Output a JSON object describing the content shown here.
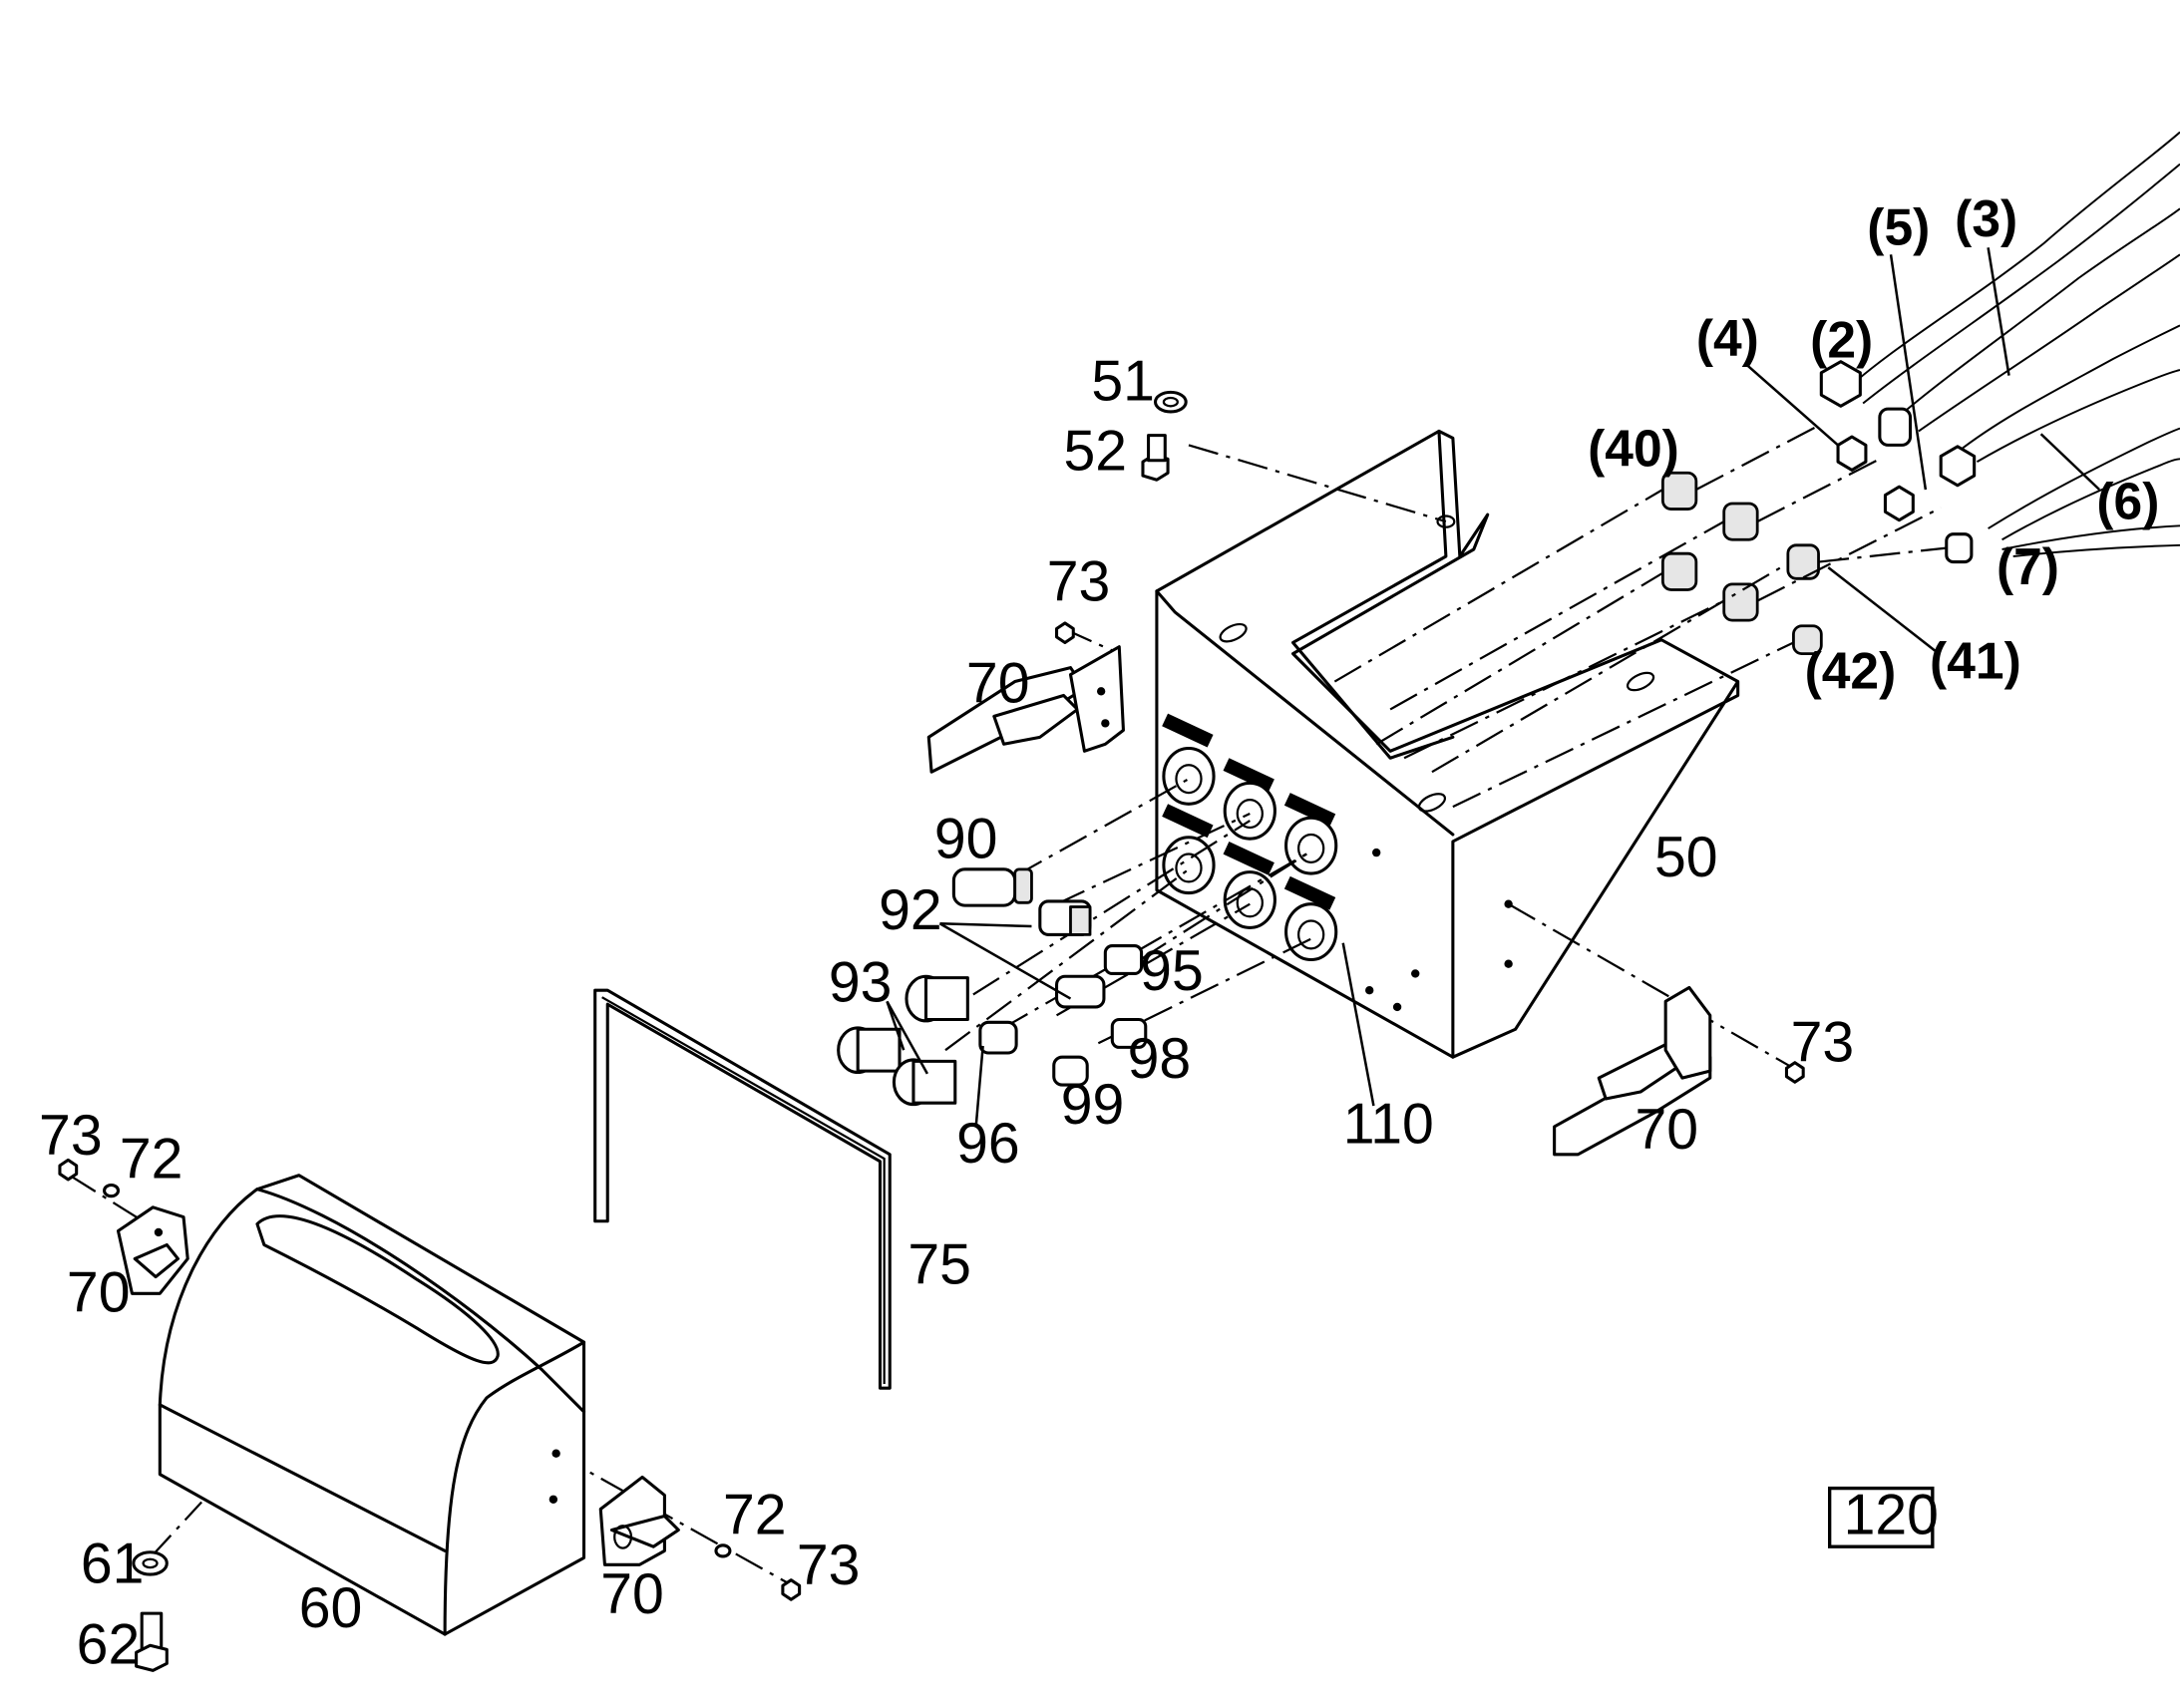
{
  "diagram": {
    "labels": {
      "p51": "51",
      "p52": "52",
      "p73a": "73",
      "p70a": "70",
      "p90": "90",
      "p92": "92",
      "p93": "93",
      "p95": "95",
      "p96": "96",
      "p98": "98",
      "p99": "99",
      "p110": "110",
      "p50": "50",
      "p73b": "73",
      "p70b": "70",
      "p73c": "73",
      "p72a": "72",
      "p70c": "70",
      "p75": "75",
      "p61": "61",
      "p62": "62",
      "p60": "60",
      "p70d": "70",
      "p72b": "72",
      "p73d": "73",
      "r40": "(40)",
      "r4": "(4)",
      "r2": "(2)",
      "r5": "(5)",
      "r3": "(3)",
      "r6": "(6)",
      "r7": "(7)",
      "r41": "(41)",
      "r42": "(42)",
      "figure_number": "120"
    }
  }
}
